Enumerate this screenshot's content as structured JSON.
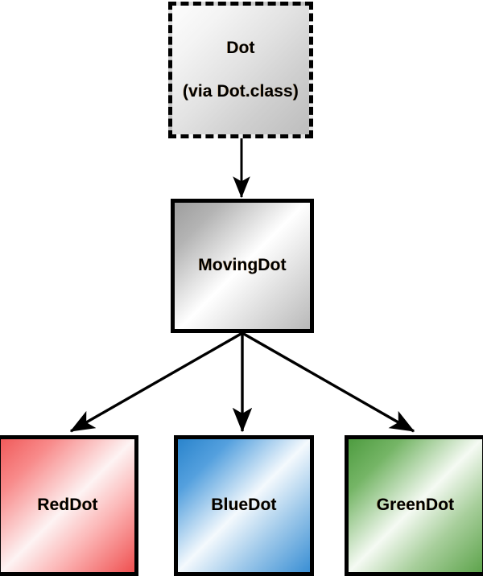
{
  "diagram": {
    "type": "class-inheritance-hierarchy",
    "background_color": "#ffffff",
    "nodes": [
      {
        "id": "dot",
        "label": "Dot",
        "sublabel": "(via Dot.class)",
        "style": "dashed",
        "fill": "#e0e0e0",
        "border_color": "#000000",
        "text_color": "#000000"
      },
      {
        "id": "movingdot",
        "label": "MovingDot",
        "style": "solid",
        "fill": "#d0d0d0",
        "border_color": "#000000",
        "text_color": "#000000"
      },
      {
        "id": "reddot",
        "label": "RedDot",
        "style": "solid",
        "fill": "#f05b5b",
        "border_color": "#000000",
        "text_color": "#000000"
      },
      {
        "id": "bluedot",
        "label": "BlueDot",
        "style": "solid",
        "fill": "#2a84cc",
        "border_color": "#000000",
        "text_color": "#000000"
      },
      {
        "id": "greendot",
        "label": "GreenDot",
        "style": "solid",
        "fill": "#4e9c40",
        "border_color": "#000000",
        "text_color": "#000000"
      }
    ],
    "edges": [
      {
        "from": "dot",
        "to": "movingdot",
        "arrow": "filled-triangle"
      },
      {
        "from": "movingdot",
        "to": "reddot",
        "arrow": "filled-triangle"
      },
      {
        "from": "movingdot",
        "to": "bluedot",
        "arrow": "filled-triangle"
      },
      {
        "from": "movingdot",
        "to": "greendot",
        "arrow": "filled-triangle"
      }
    ],
    "edge_color": "#000000"
  }
}
